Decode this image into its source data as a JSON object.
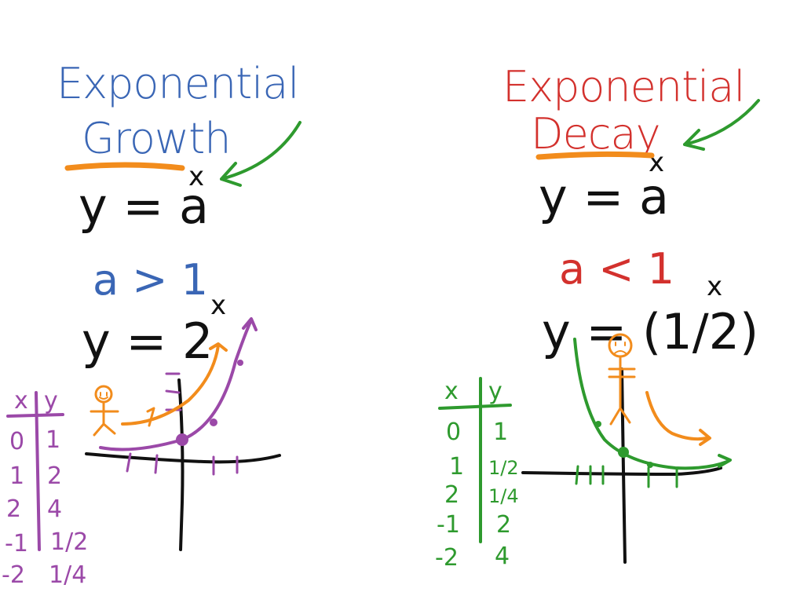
{
  "colors": {
    "growth_title": "#3a66b5",
    "decay_title": "#d3312d",
    "ink": "#111111",
    "highlight": "#f28c1c",
    "arrow": "#2e9a2e",
    "growth_curve": "#9b49a8",
    "decay_curve": "#2e9a2e",
    "stick_figure": "#f28c1c"
  },
  "growth": {
    "title_line1": "Exponential",
    "title_line2": "Growth",
    "general_eq": "y = a",
    "general_exp": "x",
    "condition": "a > 1",
    "example_eq": "y = 2",
    "example_exp": "x",
    "table": {
      "headers": [
        "x",
        "y"
      ],
      "rows": [
        [
          "0",
          "1"
        ],
        [
          "1",
          "2"
        ],
        [
          "2",
          "4"
        ],
        [
          "-1",
          "1/2"
        ],
        [
          "-2",
          "1/4"
        ]
      ]
    }
  },
  "decay": {
    "title_line1": "Exponential",
    "title_line2": "Decay",
    "general_eq": "y = a",
    "general_exp": "x",
    "condition": "a < 1",
    "example_eq": "y = (1/2)",
    "example_exp": "x",
    "table": {
      "headers": [
        "x",
        "y"
      ],
      "rows": [
        [
          "0",
          "1"
        ],
        [
          "1",
          "1/2"
        ],
        [
          "2",
          "1/4"
        ],
        [
          "-1",
          "2"
        ],
        [
          "-2",
          "4"
        ]
      ]
    }
  }
}
